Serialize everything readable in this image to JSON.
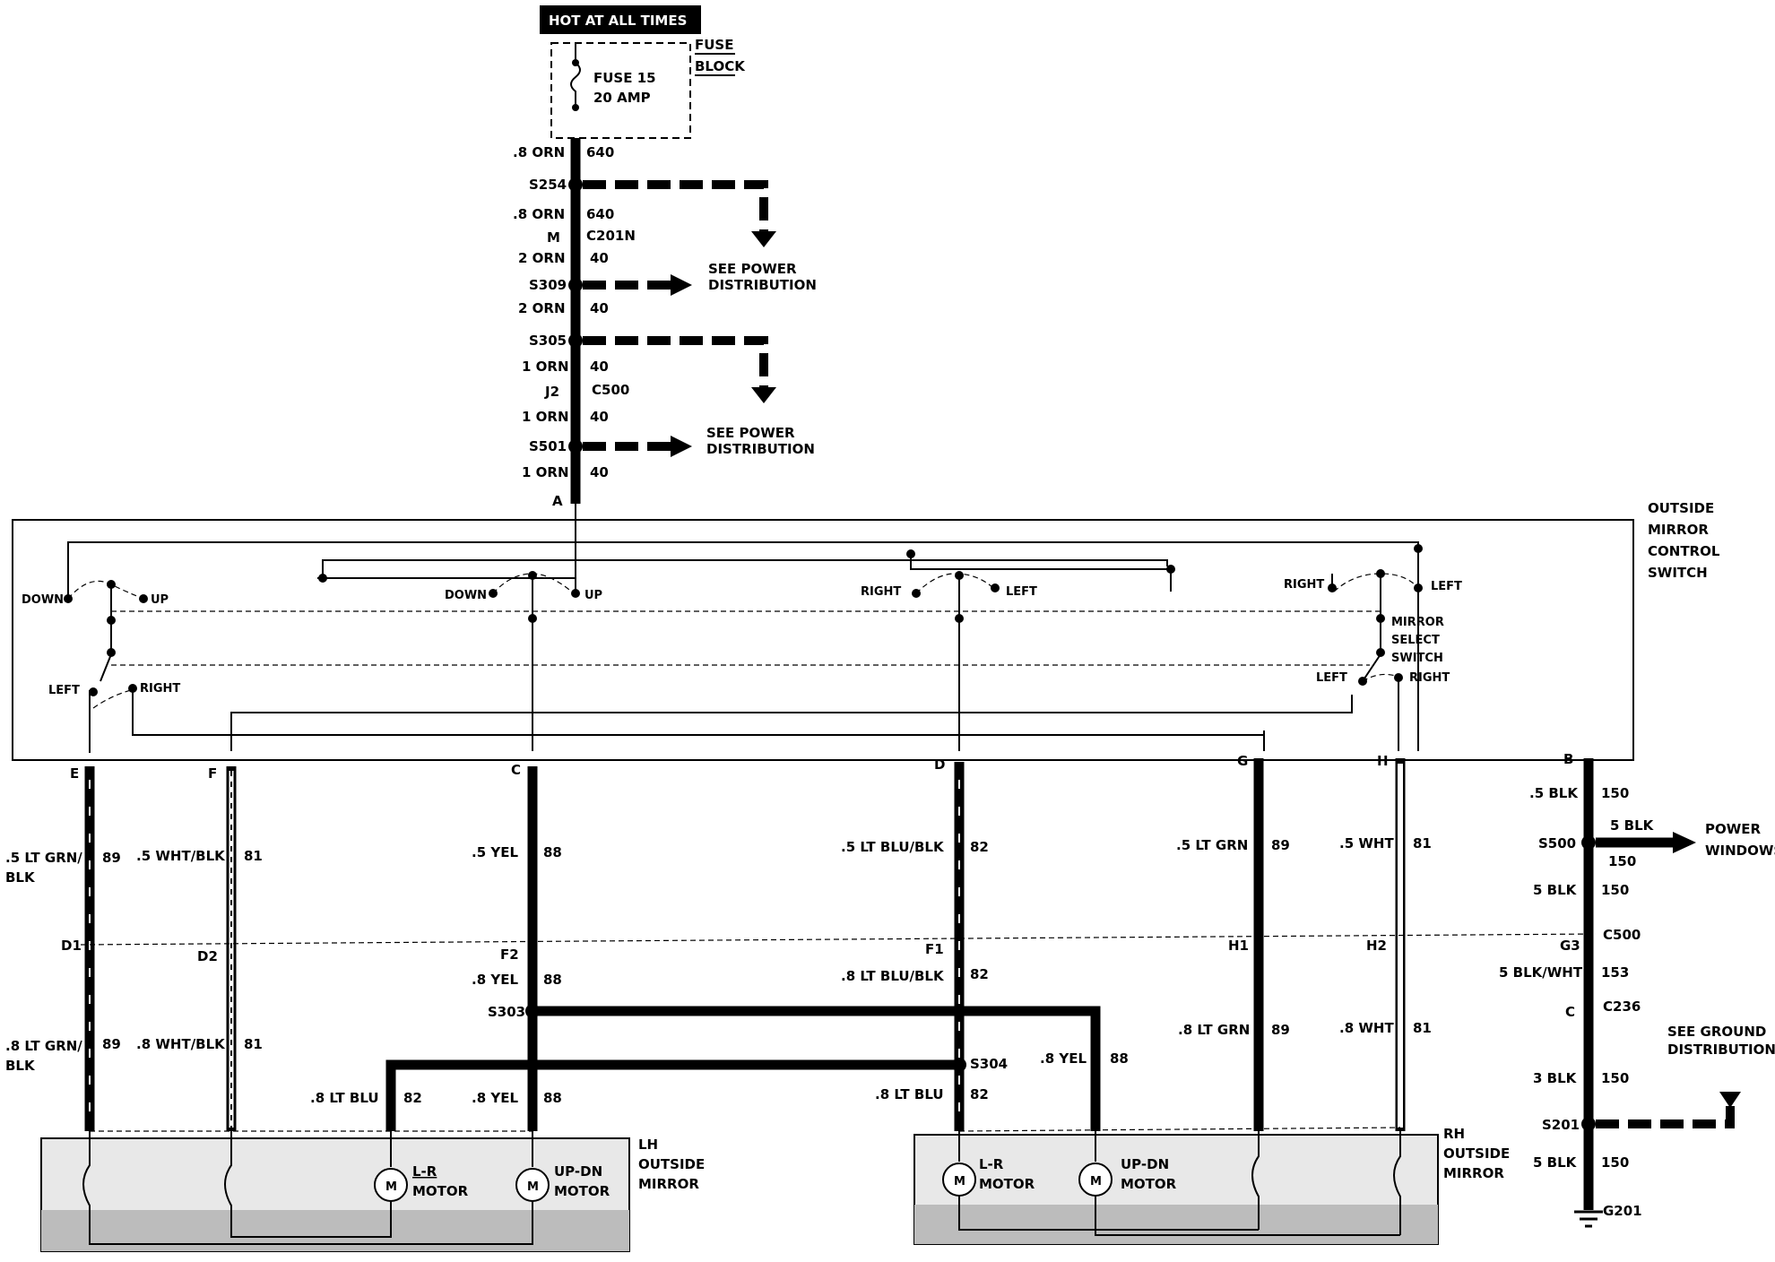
{
  "hot_label": "HOT AT ALL TIMES",
  "fuse_block": {
    "line1": "FUSE",
    "line2": "BLOCK",
    "fuse_name": "FUSE 15",
    "fuse_rating": "20 AMP"
  },
  "feed": {
    "w1_gauge": ".8 ORN",
    "w1_num": "640",
    "s254": "S254",
    "w2_gauge": ".8 ORN",
    "w2_num": "640",
    "c201_pin": "M",
    "c201": "C201N",
    "w3_gauge": "2 ORN",
    "w3_num": "40",
    "s309": "S309",
    "w4_gauge": "2 ORN",
    "w4_num": "40",
    "s305": "S305",
    "w5_gauge": "1 ORN",
    "w5_num": "40",
    "c500_pin": "J2",
    "c500": "C500",
    "w6_gauge": "1 ORN",
    "w6_num": "40",
    "s501": "S501",
    "w7_gauge": "1 ORN",
    "w7_num": "40",
    "pin_a": "A",
    "see_power_1a": "SEE POWER",
    "see_power_1b": "DISTRIBUTION",
    "see_power_2a": "SEE POWER",
    "see_power_2b": "DISTRIBUTION"
  },
  "switch": {
    "title1": "OUTSIDE",
    "title2": "MIRROR",
    "title3": "CONTROL",
    "title4": "SWITCH",
    "down1": "DOWN",
    "up1": "UP",
    "down2": "DOWN",
    "up2": "UP",
    "right1": "RIGHT",
    "left1": "LEFT",
    "right2": "RIGHT",
    "left2": "LEFT",
    "left_sel_l": "LEFT",
    "right_sel_l": "RIGHT",
    "mirror1": "MIRROR",
    "select1": "SELECT",
    "switch1": "SWITCH",
    "left_sel_r": "LEFT",
    "right_sel_r": "RIGHT"
  },
  "pins": {
    "E": "E",
    "F": "F",
    "C": "C",
    "D": "D",
    "G": "G",
    "H": "H",
    "B": "B"
  },
  "wires_upper": {
    "e_gauge_a": ".5 LT GRN/",
    "e_gauge_b": "BLK",
    "e_num": "89",
    "f_gauge": ".5 WHT/BLK",
    "f_num": "81",
    "c_gauge": ".5 YEL",
    "c_num": "88",
    "d_gauge": ".5 LT BLU/BLK",
    "d_num": "82",
    "g_gauge": ".5 LT GRN",
    "g_num": "89",
    "h_gauge": ".5 WHT",
    "h_num": "81",
    "b_gauge": ".5 BLK",
    "b_num": "150"
  },
  "c500_row": {
    "d1": "D1",
    "d2": "D2",
    "f2": "F2",
    "f1": "F1",
    "h1": "H1",
    "h2": "H2",
    "g3": "G3",
    "c500": "C500"
  },
  "wires_lower": {
    "e_gauge_a": ".8 LT GRN/",
    "e_gauge_b": "BLK",
    "e_num": "89",
    "f_gauge": ".8 WHT/BLK",
    "f_num": "81",
    "c1_gauge": ".8 YEL",
    "c1_num": "88",
    "s303": "S303",
    "d1_gauge": ".8 LT BLU/BLK",
    "d1_num": "82",
    "s304": "S304",
    "lblu_gauge": ".8 LT BLU",
    "lblu_num": "82",
    "c2_gauge": ".8 YEL",
    "c2_num": "88",
    "yel_r_gauge": ".8 YEL",
    "yel_r_num": "88",
    "d2_gauge": ".8 LT BLU",
    "d2_num": "82",
    "g_gauge": ".8 LT GRN",
    "g_num": "89",
    "h_gauge": ".8 WHT",
    "h_num": "81"
  },
  "ground": {
    "s500": "S500",
    "pw_gauge": "5 BLK",
    "pw1": "POWER",
    "pw2": "WINDOWS",
    "w150_a": "150",
    "w5blk_a": "5 BLK",
    "w150_b": "150",
    "g3_gauge": "5 BLK/WHT",
    "g3_num": "153",
    "c236_pin": "C",
    "c236": "C236",
    "see_ground1": "SEE GROUND",
    "see_ground2": "DISTRIBUTION",
    "w3blk": "3 BLK",
    "w150_c": "150",
    "s201": "S201",
    "w5blk_b": "5 BLK",
    "w150_d": "150",
    "g201": "G201"
  },
  "lh_mirror": {
    "t1": "LH",
    "t2": "OUTSIDE",
    "t3": "MIRROR",
    "m1a": "L-R",
    "m1b": "MOTOR",
    "m2a": "UP-DN",
    "m2b": "MOTOR",
    "m": "M"
  },
  "rh_mirror": {
    "t1": "RH",
    "t2": "OUTSIDE",
    "t3": "MIRROR",
    "m1a": "L-R",
    "m1b": "MOTOR",
    "m2a": "UP-DN",
    "m2b": "MOTOR",
    "m": "M"
  }
}
